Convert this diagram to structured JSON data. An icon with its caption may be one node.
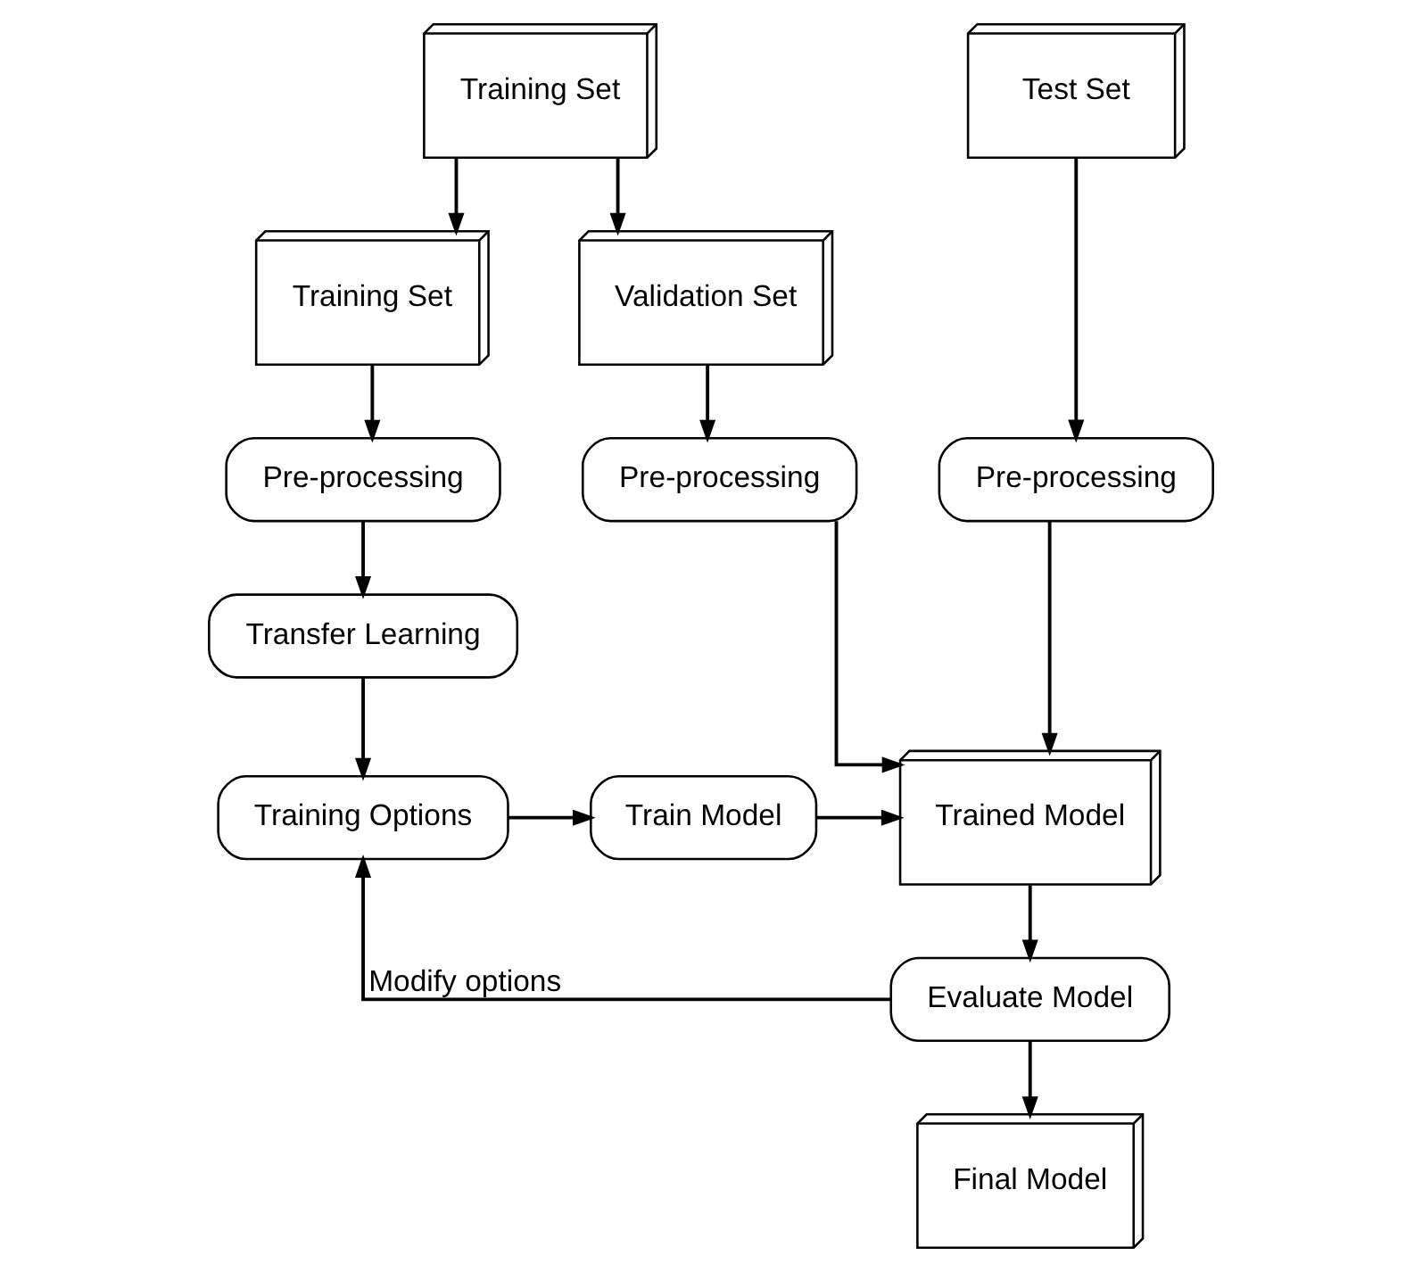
{
  "diagram": {
    "nodes": [
      {
        "text": [
          "Training Set"
        ]
      },
      {
        "text": [
          "Test Set"
        ]
      },
      {
        "text": [
          "Training Set"
        ]
      },
      {
        "text": [
          "Validation Set"
        ]
      },
      {
        "text": [
          "Pre-processing"
        ]
      },
      {
        "text": [
          "Pre-processing"
        ]
      },
      {
        "text": [
          "Pre-processing"
        ]
      },
      {
        "text": [
          "Transfer Learning"
        ]
      },
      {
        "text": [
          "Training Options"
        ]
      },
      {
        "text": [
          "Train Model"
        ]
      },
      {
        "text": [
          "Trained Model"
        ]
      },
      {
        "text": [
          "Evaluate Model"
        ]
      },
      {
        "text": [
          "Final Model"
        ]
      }
    ],
    "edges": [
      {
        "from": 0,
        "to": 2,
        "arrow": "to"
      },
      {
        "from": 0,
        "to": 3,
        "arrow": "to"
      },
      {
        "from": 2,
        "to": 4,
        "arrow": "to"
      },
      {
        "from": 3,
        "to": 5,
        "arrow": "to"
      },
      {
        "from": 1,
        "to": 6,
        "arrow": "to"
      },
      {
        "from": 4,
        "to": 7,
        "arrow": "to"
      },
      {
        "from": 7,
        "to": 8,
        "arrow": "to"
      },
      {
        "from": 8,
        "to": 9,
        "arrow": "to"
      },
      {
        "from": 9,
        "to": 10,
        "arrow": "to"
      },
      {
        "from": 5,
        "to": 10,
        "arrow": "to"
      },
      {
        "from": 6,
        "to": 10,
        "arrow": "to"
      },
      {
        "from": 10,
        "to": 11,
        "arrow": "to"
      },
      {
        "from": 11,
        "to": 8,
        "arrow": "to",
        "label": "Modify options"
      },
      {
        "from": 11,
        "to": 12,
        "arrow": "to"
      }
    ]
  }
}
